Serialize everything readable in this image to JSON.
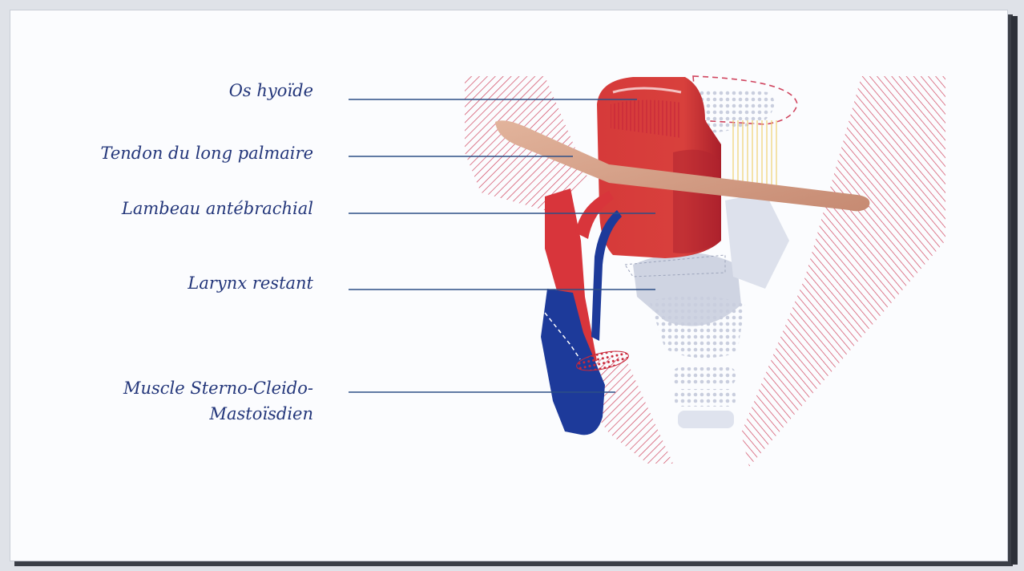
{
  "diagram": {
    "labels": {
      "hyoid": "Os hyoïde",
      "tendon": "Tendon du long palmaire",
      "flap": "Lambeau antébrachial",
      "larynx": "Larynx restant",
      "muscle_line1": "Muscle Sterno-Cleido-",
      "muscle_line2": "Mastoïsdien"
    },
    "colors": {
      "label_text": "#23367a",
      "leader_line": "#2d4f86",
      "flap_red": "#d63a3a",
      "artery_red": "#d8353b",
      "vein_blue": "#1d3a9a",
      "muscle_hatch": "#d0455f",
      "tendon": "#d7a38b",
      "cartilage_gray": "#cfd4e2"
    }
  }
}
